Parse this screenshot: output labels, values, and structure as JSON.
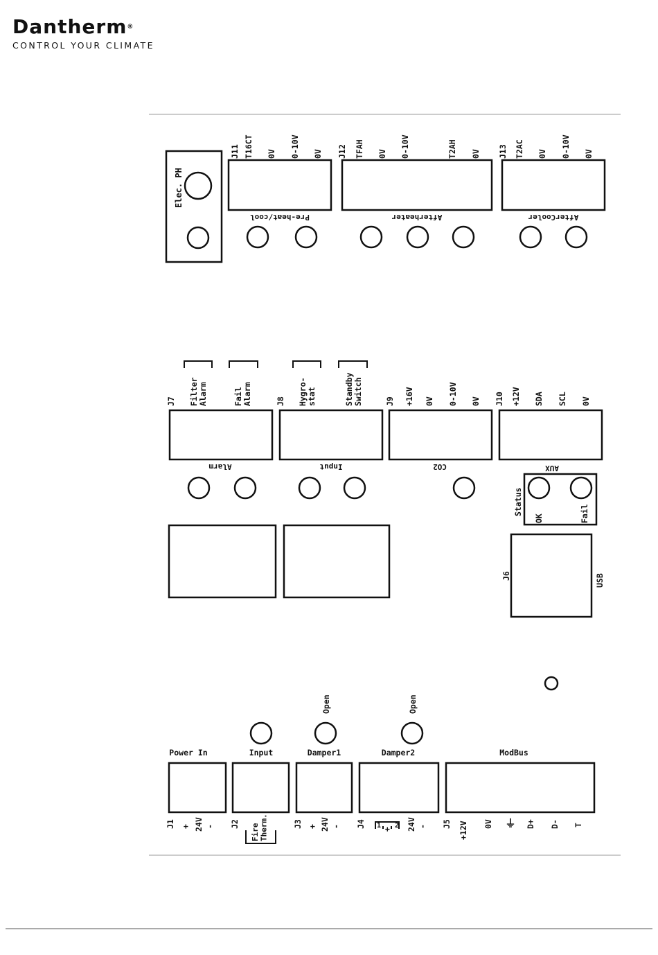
{
  "brand": {
    "name": "Dantherm",
    "registered": "®",
    "tagline": "CONTROL YOUR CLIMATE"
  },
  "colors": {
    "ink": "#111111",
    "rule": "#999999",
    "background": "#ffffff"
  },
  "section1": {
    "elec_ph": "Elec. PH",
    "j11": {
      "id": "J11",
      "pins": [
        "T16CT",
        "0V",
        "0-10V",
        "0V"
      ],
      "caption": "Pre-heat/cool"
    },
    "j12": {
      "id": "J12",
      "pins": [
        "TFAH",
        "0V",
        "0-10V",
        "T2AH",
        "0V"
      ],
      "caption": "Afterheater"
    },
    "j13": {
      "id": "J13",
      "pins": [
        "T2AC",
        "0V",
        "0-10V",
        "0V"
      ],
      "caption": "AfterCooler"
    }
  },
  "section2": {
    "j7": {
      "id": "J7",
      "groups": [
        "Filter\nAlarm",
        "Fail\nAlarm"
      ],
      "caption": "Alarm"
    },
    "j8": {
      "id": "J8",
      "groups": [
        "Hygro-\nstat",
        "Standby\nSwitch"
      ],
      "caption": "Input"
    },
    "j9": {
      "id": "J9",
      "pins": [
        "+16V",
        "0V",
        "0-10V",
        "0V"
      ],
      "caption": "CO2"
    },
    "j10": {
      "id": "J10",
      "pins": [
        "+12V",
        "SDA",
        "SCL",
        "0V"
      ],
      "caption": "AUX"
    },
    "status": {
      "label": "Status",
      "ok": "OK",
      "fail": "Fail"
    },
    "j6": {
      "id": "J6",
      "label": "USB"
    }
  },
  "section3": {
    "j1": {
      "id": "J1",
      "title": "Power In",
      "pins": [
        "+",
        "24V",
        "-"
      ]
    },
    "j2": {
      "id": "J2",
      "title": "Input",
      "group": "Fire\nTherm."
    },
    "j3": {
      "id": "J3",
      "title": "Damper1",
      "open": "Open",
      "pins": [
        "+",
        "24V",
        "-"
      ]
    },
    "j4": {
      "id": "J4",
      "title": "Damper2",
      "open": "Open",
      "pins": [
        "1",
        "+",
        "2",
        "24V",
        "-"
      ]
    },
    "j5": {
      "id": "J5",
      "title": "ModBus",
      "pins": [
        "+12V",
        "0V",
        "⏚",
        "D+",
        "D-",
        "T"
      ]
    }
  }
}
